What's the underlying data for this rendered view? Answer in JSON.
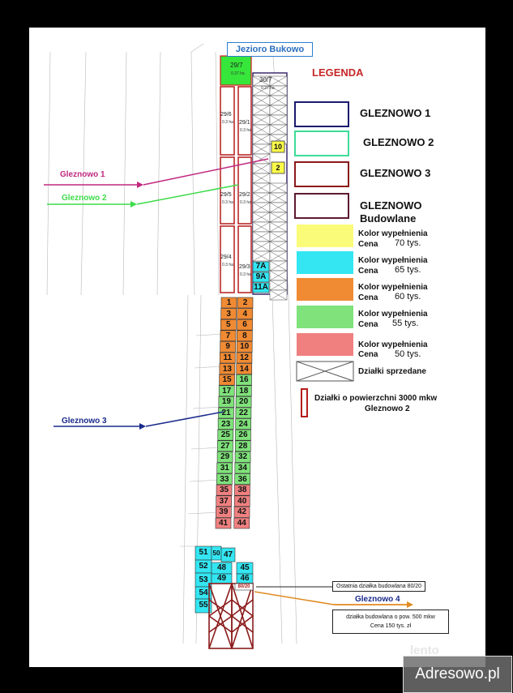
{
  "lake_label": "Jezioro Bukowo",
  "legend": {
    "title": "LEGENDA",
    "items": [
      {
        "label": "GLEZNOWO 1",
        "border": "#1a1a6e"
      },
      {
        "label": "GLEZNOWO 2",
        "border": "#3ddc97"
      },
      {
        "label": "GLEZNOWO 3",
        "border": "#8b1a1a"
      },
      {
        "label": "GLEZNOWO",
        "label2": "Budowlane",
        "border": "#5c1a2e"
      }
    ],
    "fills": [
      {
        "line1": "Kolor wypełnienia",
        "line2": "Cena",
        "price": "70 tys.",
        "color": "#fbfb7a"
      },
      {
        "line1": "Kolor wypełnienia",
        "line2": "Cena",
        "price": "65 tys.",
        "color": "#33e6f2"
      },
      {
        "line1": "Kolor wypełnienia",
        "line2": "Cena",
        "price": "60 tys.",
        "color": "#f08a33"
      },
      {
        "line1": "Kolor wypełnienia",
        "line2": "Cena",
        "price": "55 tys.",
        "color": "#7fe27a"
      },
      {
        "line1": "Kolor wypełnienia",
        "line2": "Cena",
        "price": "50 tys.",
        "color": "#f08080"
      }
    ],
    "sold_label": "Działki sprzedane",
    "area_label": "Działki o powierzchni 3000 mkw",
    "area_label2": "Gleznowo 2"
  },
  "arrows": {
    "g1": "Gleznowo 1",
    "g2": "Gleznowo 2",
    "g3": "Gleznowo 3",
    "g4": "Gleznowo 4"
  },
  "colors": {
    "g1": "#c0287f",
    "g2": "#3ddc4a",
    "g3": "#1a2a8c",
    "g4": "#e08a20"
  },
  "parcels_top": {
    "p29_7": "29/7",
    "p29_7_area": "0.37 ha",
    "p30_7": "30/7",
    "p30_7_area": "0.37 ha",
    "p29_6": "29/6",
    "p29_1": "29/1",
    "p29_5": "29/5",
    "p29_2": "29/2",
    "p29_4": "29/4",
    "p29_3": "29/3",
    "area_small": "0.3 ha",
    "n10": "10",
    "n2": "2",
    "n7a": "7A",
    "n9a": "9A",
    "n11a": "11A"
  },
  "parcels": [
    {
      "n": "1",
      "c": "#f08a33"
    },
    {
      "n": "2",
      "c": "#f08a33"
    },
    {
      "n": "3",
      "c": "#f08a33"
    },
    {
      "n": "4",
      "c": "#f08a33"
    },
    {
      "n": "5",
      "c": "#f08a33"
    },
    {
      "n": "6",
      "c": "#f08a33"
    },
    {
      "n": "7",
      "c": "#f08a33"
    },
    {
      "n": "8",
      "c": "#f08a33"
    },
    {
      "n": "9",
      "c": "#f08a33"
    },
    {
      "n": "10",
      "c": "#f08a33"
    },
    {
      "n": "11",
      "c": "#f08a33"
    },
    {
      "n": "12",
      "c": "#f08a33"
    },
    {
      "n": "13",
      "c": "#f08a33"
    },
    {
      "n": "14",
      "c": "#f08a33"
    },
    {
      "n": "15",
      "c": "#f08a33"
    },
    {
      "n": "16",
      "c": "#7fe27a"
    },
    {
      "n": "17",
      "c": "#7fe27a"
    },
    {
      "n": "18",
      "c": "#7fe27a"
    },
    {
      "n": "19",
      "c": "#7fe27a"
    },
    {
      "n": "20",
      "c": "#7fe27a"
    },
    {
      "n": "21",
      "c": "#7fe27a"
    },
    {
      "n": "22",
      "c": "#7fe27a"
    },
    {
      "n": "23",
      "c": "#7fe27a"
    },
    {
      "n": "24",
      "c": "#7fe27a"
    },
    {
      "n": "25",
      "c": "#7fe27a"
    },
    {
      "n": "26",
      "c": "#7fe27a"
    },
    {
      "n": "27",
      "c": "#7fe27a"
    },
    {
      "n": "28",
      "c": "#7fe27a"
    },
    {
      "n": "29",
      "c": "#7fe27a"
    },
    {
      "n": "32",
      "c": "#7fe27a"
    },
    {
      "n": "31",
      "c": "#7fe27a"
    },
    {
      "n": "34",
      "c": "#7fe27a"
    },
    {
      "n": "33",
      "c": "#7fe27a"
    },
    {
      "n": "36",
      "c": "#7fe27a"
    },
    {
      "n": "35",
      "c": "#f08080"
    },
    {
      "n": "38",
      "c": "#f08080"
    },
    {
      "n": "37",
      "c": "#f08080"
    },
    {
      "n": "40",
      "c": "#f08080"
    },
    {
      "n": "39",
      "c": "#f08080"
    },
    {
      "n": "42",
      "c": "#f08080"
    },
    {
      "n": "41",
      "c": "#f08080"
    },
    {
      "n": "44",
      "c": "#f08080"
    }
  ],
  "parcels_bottom": {
    "n51": "51",
    "n50": "50",
    "n47": "47",
    "n52": "52",
    "n48": "48",
    "n53": "53",
    "n49": "49",
    "n45": "45",
    "n46": "46",
    "n54": "54",
    "n55": "55",
    "n80_20": "80/20"
  },
  "notes": {
    "last": "Ostatnia działka budowlana 80/20",
    "building_line1": "działka budowlana o pow. 500 mkw",
    "building_line2": "Cena 150 tys. zł"
  },
  "watermark": "Adresowo.pl",
  "faint_logo": "lento"
}
